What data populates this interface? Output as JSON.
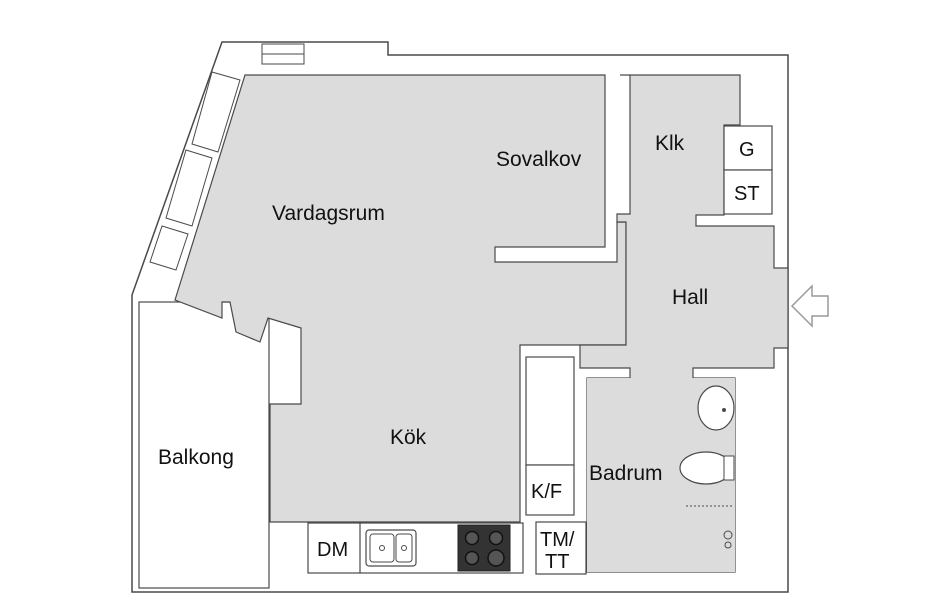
{
  "rooms": {
    "vardagsrum": "Vardagsrum",
    "sovalkov": "Sovalkov",
    "klk": "Klk",
    "hall": "Hall",
    "kok": "Kök",
    "badrum": "Badrum",
    "balkong": "Balkong"
  },
  "fixtures": {
    "g": "G",
    "st": "ST",
    "kf": "K/F",
    "dm": "DM",
    "tm": "TM/",
    "tt": "TT"
  },
  "colors": {
    "floor": "#dcdcdc",
    "wall": "#ffffff",
    "outline": "#4a4a4a"
  }
}
